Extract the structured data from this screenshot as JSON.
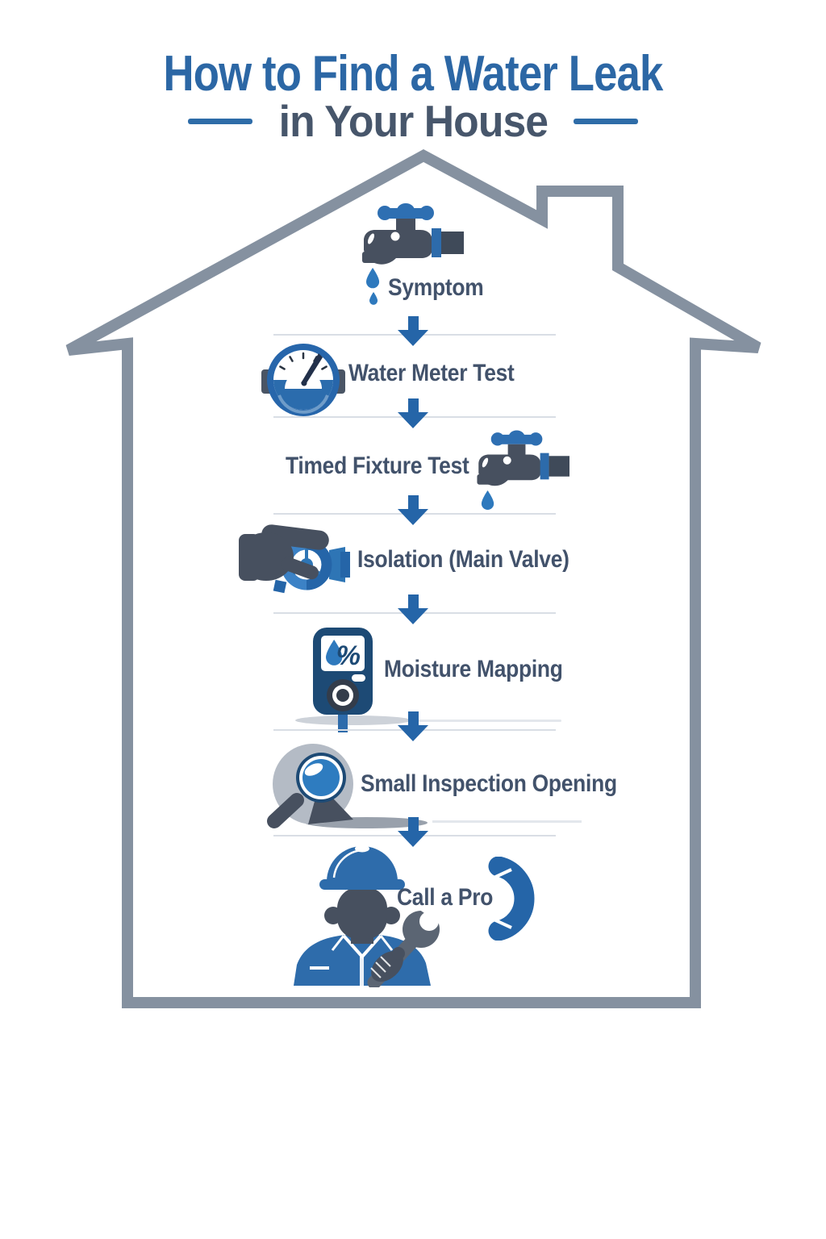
{
  "infographic": {
    "title_line1": "How to Find a Water Leak",
    "title_line2": "in Your House"
  },
  "steps": [
    {
      "label": "Symptom",
      "icon": "dripping-faucet-icon"
    },
    {
      "label": "Water Meter Test",
      "icon": "water-meter-gauge-icon"
    },
    {
      "label": "Timed Fixture Test",
      "icon": "dripping-faucet-icon"
    },
    {
      "label": "Isolation (Main Valve)",
      "icon": "hand-turning-valve-icon"
    },
    {
      "label": "Moisture Mapping",
      "icon": "moisture-meter-icon",
      "display_symbol": "%"
    },
    {
      "label": "Small Inspection Opening",
      "icon": "magnifier-hole-icon"
    },
    {
      "label": "Call a Pro",
      "icon": "plumber-with-wrench-icon",
      "secondary_icon": "phone-handset-icon"
    }
  ],
  "colors": {
    "title_blue": "#2c67a5",
    "subtitle_slate": "#47566b",
    "label_slate": "#42526b",
    "accent_blue": "#2565a8",
    "mid_blue": "#2e75b5",
    "house_outline_gray": "#8591a0",
    "divider_gray": "#d9dee5",
    "icon_dark_slate": "#47505f",
    "icon_navy": "#1d4a75"
  }
}
